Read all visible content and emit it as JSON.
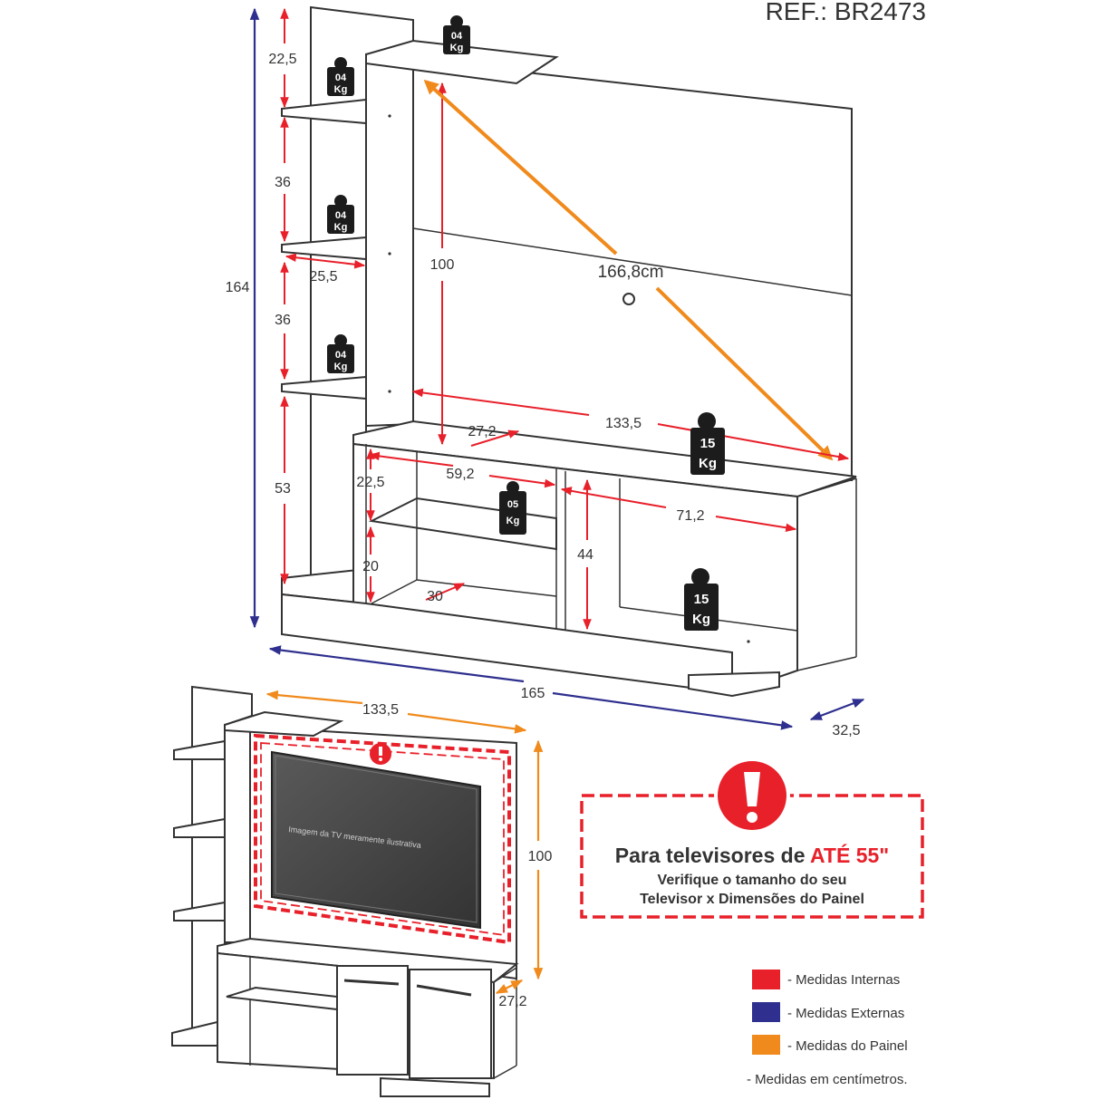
{
  "reference": "REF.: BR2473",
  "weights": {
    "w04": [
      "04",
      "Kg"
    ],
    "w05": [
      "05",
      "Kg"
    ],
    "w15": [
      "15",
      "Kg"
    ]
  },
  "dimensions_top": {
    "total_height": "164",
    "shelf_top_gap": "22,5",
    "shelf_gap_1": "36",
    "shelf_depth": "25,5",
    "shelf_gap_2": "36",
    "shelf_bottom_gap": "53",
    "panel_height": "100",
    "diagonal": "166,8cm",
    "panel_width": "133,5",
    "rack_depth": "27,2",
    "niche_width": "59,2",
    "niche_height": "22,5",
    "lower_niche_height": "20",
    "lower_niche_depth": "30",
    "door_height": "44",
    "right_width": "71,2",
    "total_width": "165",
    "total_depth": "32,5"
  },
  "dimensions_bottom": {
    "panel_width": "133,5",
    "panel_height": "100",
    "rack_depth": "27,2",
    "tv_caption": "Imagem da TV meramente ilustrativa"
  },
  "warning": {
    "title_prefix": "Para televisores de ",
    "title_highlight": "ATÉ 55\"",
    "line1": "Verifique o tamanho do seu",
    "line2": "Televisor x Dimensões do Painel"
  },
  "legend": {
    "items": [
      {
        "label": "- Medidas Internas",
        "color": "#e8202a"
      },
      {
        "label": "- Medidas Externas",
        "color": "#2e2f8e"
      },
      {
        "label": "- Medidas do Painel",
        "color": "#f08a1c"
      }
    ],
    "note": "- Medidas em centímetros."
  },
  "colors": {
    "internal": "#e8202a",
    "external": "#2e2f8e",
    "panel": "#f08a1c",
    "line": "#333333",
    "weight_bg": "#1c1c1c",
    "tv": "#4a4a4a"
  }
}
